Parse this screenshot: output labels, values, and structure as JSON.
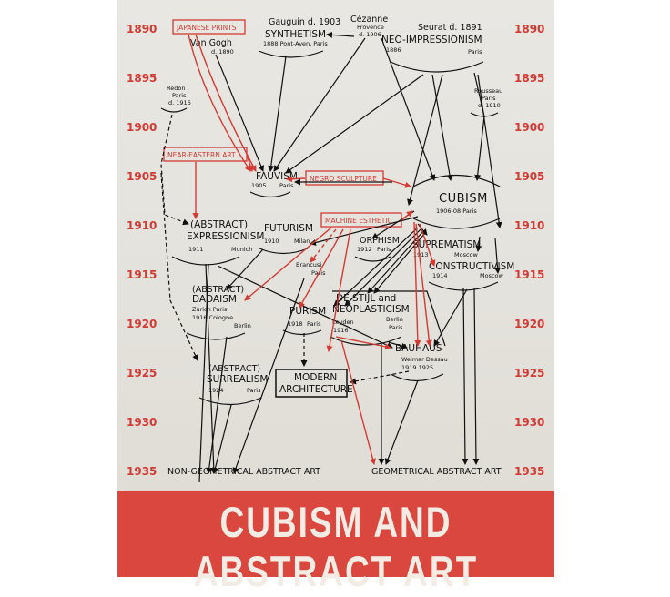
{
  "title": "CUBISM AND ABSTRACT ART",
  "years": [
    "1890",
    "1895",
    "1900",
    "1905",
    "1910",
    "1915",
    "1920",
    "1925",
    "1930",
    "1935"
  ],
  "nodes": {
    "japanese_prints": {
      "name": "JAPANESE PRINTS"
    },
    "van_gogh": {
      "name": "Van Gogh",
      "date": "d. 1890"
    },
    "gauguin": {
      "name": "Gauguin d. 1903"
    },
    "synthetism": {
      "name": "SYNTHETISM",
      "meta": "1888  Pont-Aven, Paris"
    },
    "cezanne": {
      "name": "Cézanne",
      "place": "Provence",
      "date": "d. 1906"
    },
    "seurat": {
      "name": "Seurat d. 1891"
    },
    "neo_impressionism": {
      "name": "NEO-IMPRESSIONISM",
      "year": "1886",
      "place": "Paris"
    },
    "redon": {
      "name": "Redon",
      "place": "Paris",
      "date": "d. 1916"
    },
    "rousseau": {
      "name": "Rousseau",
      "place": "Paris",
      "date": "d. 1910"
    },
    "near_eastern_art": {
      "name": "NEAR-EASTERN ART"
    },
    "fauvism": {
      "name": "FAUVISM",
      "year": "1905",
      "place": "Paris"
    },
    "negro_sculpture": {
      "name": "NEGRO SCULPTURE"
    },
    "cubism": {
      "name": "CUBISM",
      "meta": "1906-08   Paris"
    },
    "abstract_expressionism": {
      "prefix": "(ABSTRACT)",
      "name": "EXPRESSIONISM",
      "year": "1911",
      "place": "Munich"
    },
    "futurism": {
      "name": "FUTURISM",
      "year": "1910",
      "place": "Milan"
    },
    "machine_esthetic": {
      "name": "MACHINE ESTHETIC"
    },
    "orphism": {
      "name": "ORPHISM",
      "year": "1912",
      "place": "Paris"
    },
    "suprematism": {
      "name": "SUPREMATISM",
      "year": "1913",
      "place": "Moscow"
    },
    "constructivism": {
      "name": "CONSTRUCTIVISM",
      "year": "1914",
      "place": "Moscow"
    },
    "brancusi": {
      "name": "Brancusi",
      "place": "Paris"
    },
    "abstract_dadaism": {
      "prefix": "(ABSTRACT)",
      "name": "DADAISM",
      "line1": "Zurich    Paris",
      "line2": "1916  Cologne",
      "line3": "Berlin"
    },
    "de_stijl": {
      "name": "DE STIJL and",
      "name2": "NEOPLASTICISM",
      "left": "Leyden",
      "left2": "1916",
      "right": "Berlin",
      "right2": "Paris"
    },
    "purism": {
      "name": "PURISM",
      "year": "1918",
      "place": "Paris"
    },
    "bauhaus": {
      "name": "BAUHAUS",
      "meta": "Weimar Dessau",
      "years": "1919       1925"
    },
    "abstract_surrealism": {
      "prefix": "(ABSTRACT)",
      "name": "SURREALISM",
      "year": "1924",
      "place": "Paris"
    },
    "modern_architecture": {
      "line1": "MODERN",
      "line2": "ARCHITECTURE"
    },
    "non_geometrical": {
      "name": "NON-GEOMETRICAL ABSTRACT ART"
    },
    "geometrical": {
      "name": "GEOMETRICAL ABSTRACT ART"
    }
  },
  "colors": {
    "accent_red": "#d33a34",
    "ink": "#111111",
    "paper": "#e6e4df",
    "banner": "#d9473f"
  }
}
